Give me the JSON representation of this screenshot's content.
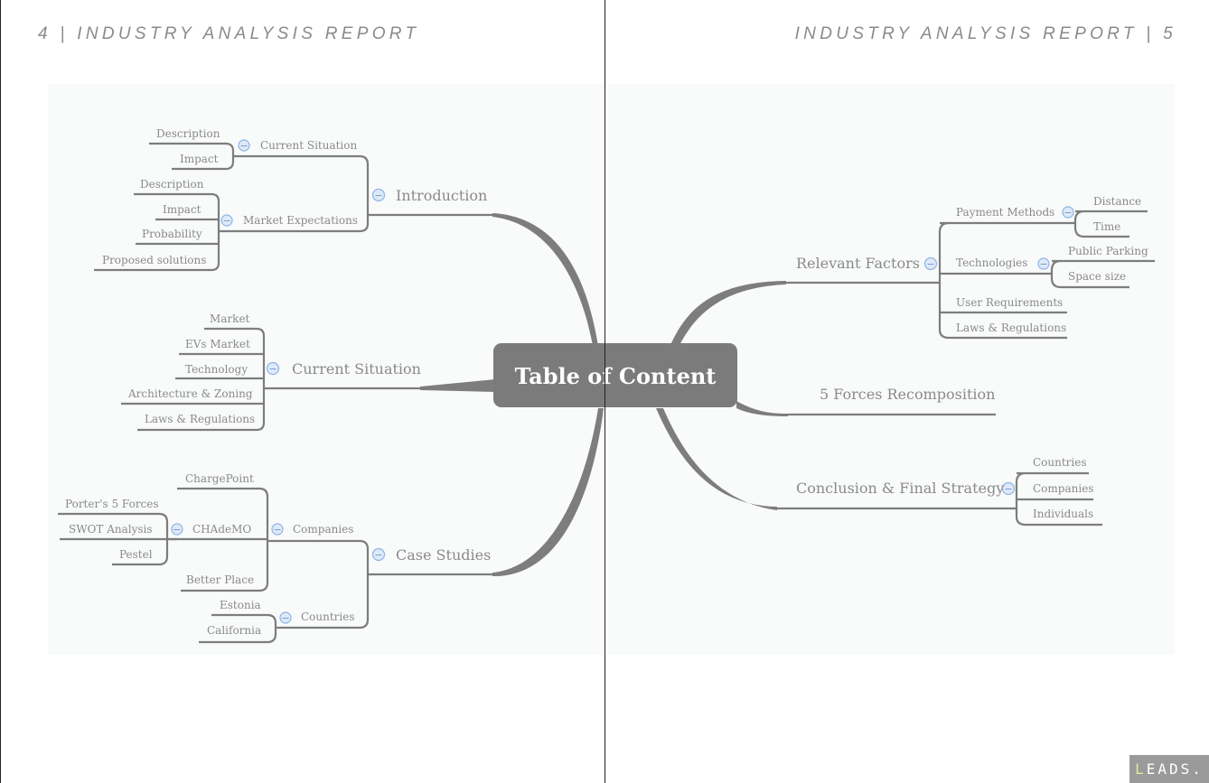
{
  "header": {
    "left": "4 | INDUSTRY ANALYSIS REPORT",
    "right": "INDUSTRY ANALYSIS REPORT | 5"
  },
  "center": {
    "label": "Table of Content"
  },
  "collapse_symbol": "−",
  "branches": {
    "introduction": {
      "label": "Introduction",
      "current_situation": {
        "label": "Current Situation",
        "items": [
          "Description",
          "Impact"
        ]
      },
      "market_expectations": {
        "label": "Market Expectations",
        "items": [
          "Description",
          "Impact",
          "Probability",
          "Proposed solutions"
        ]
      }
    },
    "current_situation": {
      "label": "Current Situation",
      "items": [
        "Market",
        "EVs Market",
        "Technology",
        "Architecture & Zoning",
        "Laws & Regulations"
      ]
    },
    "case_studies": {
      "label": "Case Studies",
      "companies": {
        "label": "Companies",
        "chargepoint": "ChargePoint",
        "chademo": {
          "label": "CHAdeMO",
          "items": [
            "Porter's 5 Forces",
            "SWOT Analysis",
            "Pestel"
          ]
        },
        "better_place": "Better Place"
      },
      "countries": {
        "label": "Countries",
        "items": [
          "Estonia",
          "California"
        ]
      }
    },
    "relevant_factors": {
      "label": "Relevant Factors",
      "payment_methods": {
        "label": "Payment Methods",
        "items": [
          "Distance",
          "Time"
        ]
      },
      "technologies": {
        "label": "Technologies",
        "items": [
          "Public Parking",
          "Space size"
        ]
      },
      "user_requirements": "User Requirements",
      "laws_regulations": "Laws & Regulations"
    },
    "five_forces": {
      "label": "5 Forces Recomposition"
    },
    "conclusion": {
      "label": "Conclusion & Final Strategy",
      "items": [
        "Countries",
        "Companies",
        "Individuals"
      ]
    }
  },
  "logo": {
    "text": "LEADS."
  },
  "colors": {
    "line": "#7d7d7d",
    "text": "#8a8a8a",
    "center_box": "#7b7b7b",
    "toggle": "#8ab4e8",
    "panel": "#f9fafa"
  }
}
